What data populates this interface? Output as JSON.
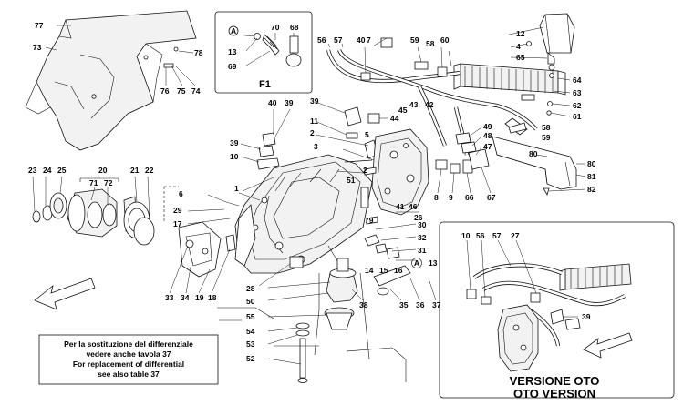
{
  "diagram": {
    "inset_f1": {
      "title": "F1",
      "callout": "A"
    },
    "inset_oto": {
      "title_it": "VERSIONE OTO",
      "title_en": "OTO VERSION"
    },
    "note": {
      "line1": "Per la sostituzione del differenziale",
      "line2": "vedere anche tavola 37",
      "line3": "For replacement of differential",
      "line4": "see  also table 37"
    },
    "callout_main": "A",
    "labels": {
      "l77": "77",
      "l73": "73",
      "l78": "78",
      "l76": "76",
      "l75": "75",
      "l74": "74",
      "l13a": "13",
      "l70": "70",
      "l68": "68",
      "l69": "69",
      "l56": "56",
      "l57": "57",
      "l7": "7",
      "l40": "40",
      "l59": "59",
      "l60": "60",
      "l58a": "58",
      "l12": "12",
      "l4": "4",
      "l65": "65",
      "l64": "64",
      "l63": "63",
      "l62": "62",
      "l61": "61",
      "l58b": "58",
      "l59b": "59",
      "l39a": "39",
      "l40b": "40",
      "l39b": "39",
      "l10": "10",
      "l11": "11",
      "l44": "44",
      "l43": "43",
      "l42": "42",
      "l45": "45",
      "l2a": "2",
      "l5": "5",
      "l3": "3",
      "l2b": "2",
      "l1": "1",
      "l49": "49",
      "l48": "48",
      "l47": "47",
      "l80a": "80",
      "l80b": "80",
      "l81": "81",
      "l82": "82",
      "l23": "23",
      "l24": "24",
      "l25": "25",
      "l20": "20",
      "l71": "71",
      "l72": "72",
      "l21": "21",
      "l22": "22",
      "l6": "6",
      "l29": "29",
      "l17": "17",
      "l51": "51",
      "l8": "8",
      "l9": "9",
      "l66": "66",
      "l67": "67",
      "l41": "41",
      "l46": "46",
      "l26": "26",
      "l79": "79",
      "l30": "30",
      "l32": "32",
      "l31": "31",
      "l13b": "13",
      "l14": "14",
      "l15": "15",
      "l16": "16",
      "l33": "33",
      "l34": "34",
      "l19": "19",
      "l18": "18",
      "l28": "28",
      "l50": "50",
      "l55": "55",
      "l54": "54",
      "l53": "53",
      "l52": "52",
      "l38": "38",
      "l35": "35",
      "l36": "36",
      "l37": "37",
      "l10o": "10",
      "l56o": "56",
      "l57o": "57",
      "l27o": "27",
      "l39o": "39"
    }
  }
}
